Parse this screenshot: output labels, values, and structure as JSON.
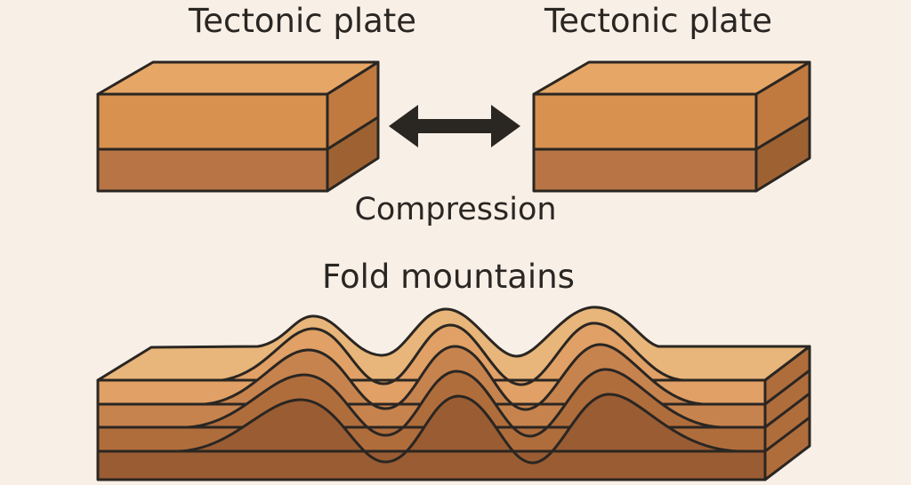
{
  "labels": {
    "plate_left": "Tectonic plate",
    "plate_right": "Tectonic plate",
    "compression": "Compression",
    "fold": "Fold mountains"
  },
  "colors": {
    "background": "#f8efe7",
    "outline": "#2a2622",
    "plate_top": "#e6a666",
    "plate_front_upper": "#d9914f",
    "plate_front_lower": "#b87445",
    "plate_side_upper": "#c07a40",
    "plate_side_lower": "#9e6232",
    "arrow": "#2a2622",
    "fold_layers": [
      "#e8b57a",
      "#e0a066",
      "#c7834e",
      "#b06d3c",
      "#9a5c32"
    ]
  },
  "icons": {
    "compression_arrow": "double-headed-arrow"
  }
}
